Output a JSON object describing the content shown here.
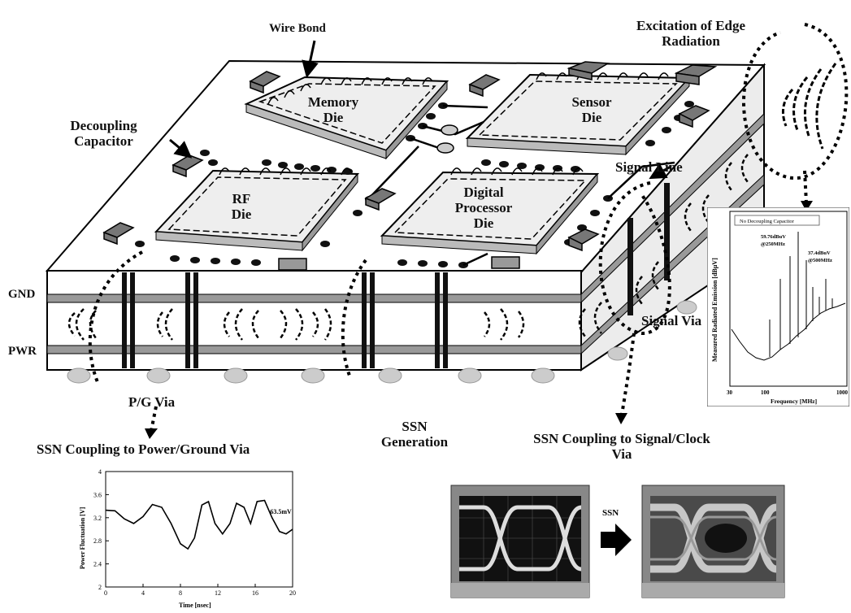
{
  "labels": {
    "wire_bond": "Wire Bond",
    "edge_radiation": [
      "Excitation of Edge",
      "Radiation"
    ],
    "decoupling_capacitor": [
      "Decoupling",
      "Capacitor"
    ],
    "memory_die": [
      "Memory",
      "Die"
    ],
    "sensor_die": [
      "Sensor",
      "Die"
    ],
    "rf_die": [
      "RF",
      "Die"
    ],
    "digital_processor_die": [
      "Digital",
      "Processor",
      "Die"
    ],
    "signal_line": "Signal Line",
    "signal_via": "Signal Via",
    "gnd": "GND",
    "pwr": "PWR",
    "pg_via": "P/G Via",
    "ssn_generation": [
      "SSN",
      "Generation"
    ],
    "ssn_power_ground": "SSN Coupling to Power/Ground Via",
    "ssn_signal_clock": [
      "SSN Coupling to Signal/Clock",
      "Via"
    ],
    "ssn_arrow": "SSN"
  },
  "emission_chart": {
    "legend": "No Decoupling Capacitor",
    "ylabel": "Measured Radiated Emission [dBμV]",
    "xlabel": "Frequency [MHz]",
    "xticks": [
      "30",
      "100",
      "1000"
    ],
    "ann1": [
      "59.76dBuV",
      "@250MHz"
    ],
    "ann2": [
      "37.4dBuV",
      "@500MHz"
    ]
  },
  "chart_data": {
    "type": "line",
    "ylabel": "Power Fluctuation [V]",
    "xlabel": "Time [nsec]",
    "xlim": [
      0,
      20
    ],
    "ylim": [
      2,
      4
    ],
    "xticks": [
      "0",
      "4",
      "8",
      "12",
      "16",
      "20"
    ],
    "yticks": [
      "2",
      "2.4",
      "2.8",
      "3.2",
      "3.6",
      "4"
    ],
    "annotation": "63.5mV",
    "x": [
      0,
      1,
      2,
      3,
      4,
      5,
      6,
      7,
      8,
      8.8,
      9.5,
      10.3,
      11,
      11.7,
      12.5,
      13.3,
      14,
      14.8,
      15.5,
      16.2,
      17,
      17.8,
      18.6,
      19.3,
      20
    ],
    "y": [
      3.33,
      3.32,
      3.18,
      3.1,
      3.22,
      3.43,
      3.38,
      3.1,
      2.75,
      2.66,
      2.85,
      3.42,
      3.48,
      3.1,
      2.92,
      3.1,
      3.45,
      3.38,
      3.1,
      3.48,
      3.5,
      3.2,
      2.96,
      2.92,
      3.0
    ]
  }
}
